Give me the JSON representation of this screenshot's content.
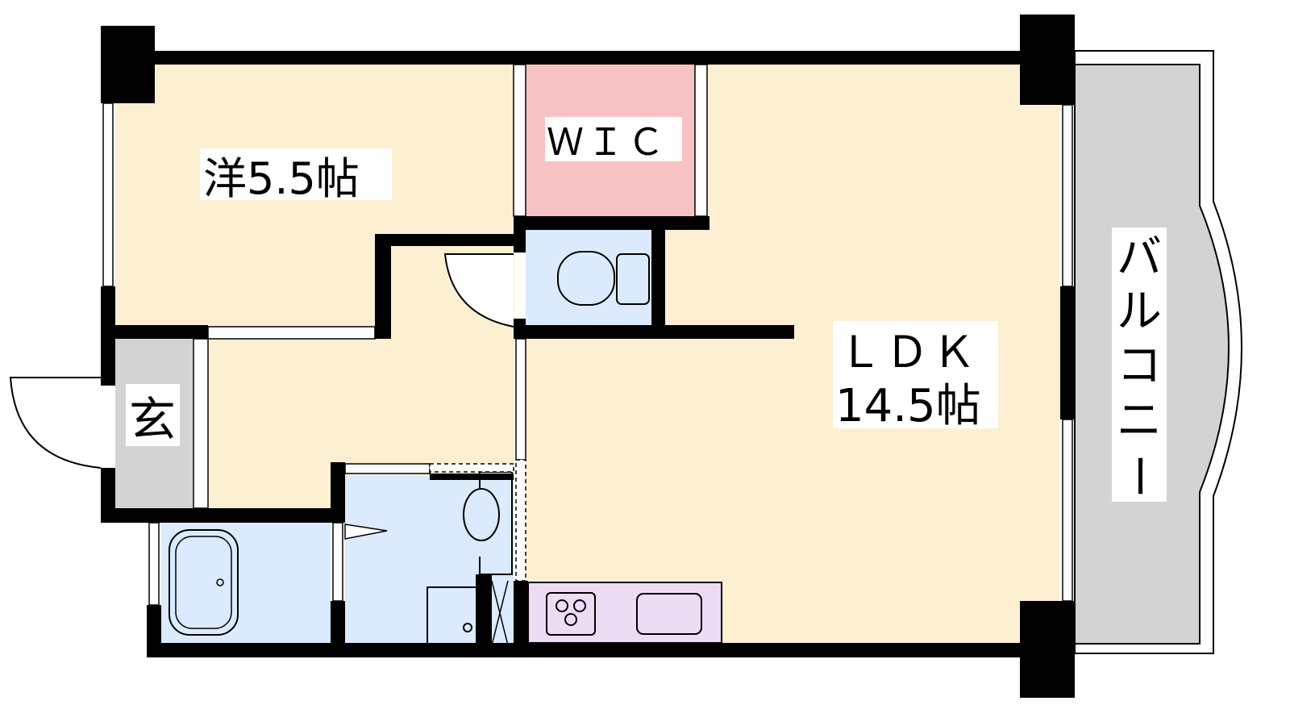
{
  "rooms": {
    "western": "洋5.5帖",
    "wic": "ＷＩＣ",
    "ldk_name": "ＬＤＫ",
    "ldk_size": "14.5帖",
    "entrance": "玄",
    "balcony": [
      "バ",
      "ル",
      "コ",
      "ニ",
      "ー"
    ]
  },
  "colors": {
    "floor": "#fdf0d2",
    "wic": "#f7c2c4",
    "wet": "#dbeafd",
    "entrance": "#d3d3d3",
    "kitchen": "#ecdcf4",
    "balcony": "#d3d3d3",
    "wall": "#000000"
  }
}
